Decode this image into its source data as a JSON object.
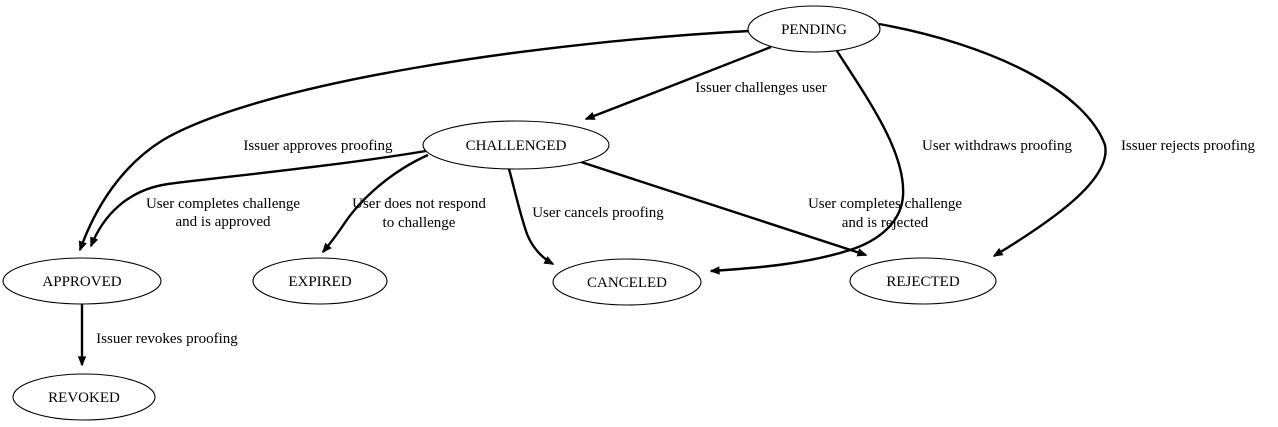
{
  "colors": {
    "background": "#ffffff",
    "node_fill": "#ffffff",
    "line": "#000000",
    "text": "#000000"
  },
  "diagram": {
    "type": "directed-state-graph",
    "nodes": [
      {
        "id": "pending",
        "label": "PENDING"
      },
      {
        "id": "challenged",
        "label": "CHALLENGED"
      },
      {
        "id": "approved",
        "label": "APPROVED"
      },
      {
        "id": "expired",
        "label": "EXPIRED"
      },
      {
        "id": "canceled",
        "label": "CANCELED"
      },
      {
        "id": "rejected",
        "label": "REJECTED"
      },
      {
        "id": "revoked",
        "label": "REVOKED"
      }
    ],
    "edges": [
      {
        "from": "PENDING",
        "to": "CHALLENGED",
        "label": "Issuer challenges user",
        "lines": [
          "Issuer challenges user"
        ]
      },
      {
        "from": "PENDING",
        "to": "APPROVED",
        "label": "Issuer approves proofing",
        "lines": [
          "Issuer approves proofing"
        ]
      },
      {
        "from": "PENDING",
        "to": "CANCELED",
        "label": "User withdraws proofing",
        "lines": [
          "User withdraws proofing"
        ]
      },
      {
        "from": "PENDING",
        "to": "REJECTED",
        "label": "Issuer rejects proofing",
        "lines": [
          "Issuer rejects proofing"
        ]
      },
      {
        "from": "CHALLENGED",
        "to": "APPROVED",
        "label": "User completes challenge and is approved",
        "lines": [
          "User completes challenge",
          "and is approved"
        ]
      },
      {
        "from": "CHALLENGED",
        "to": "EXPIRED",
        "label": "User does not respond to challenge",
        "lines": [
          "User does not respond",
          "to challenge"
        ]
      },
      {
        "from": "CHALLENGED",
        "to": "CANCELED",
        "label": "User cancels proofing",
        "lines": [
          "User cancels proofing"
        ]
      },
      {
        "from": "CHALLENGED",
        "to": "REJECTED",
        "label": "User completes challenge and is rejected",
        "lines": [
          "User completes challenge",
          "and is rejected"
        ]
      },
      {
        "from": "APPROVED",
        "to": "REVOKED",
        "label": "Issuer revokes proofing",
        "lines": [
          "Issuer revokes proofing"
        ]
      }
    ]
  }
}
